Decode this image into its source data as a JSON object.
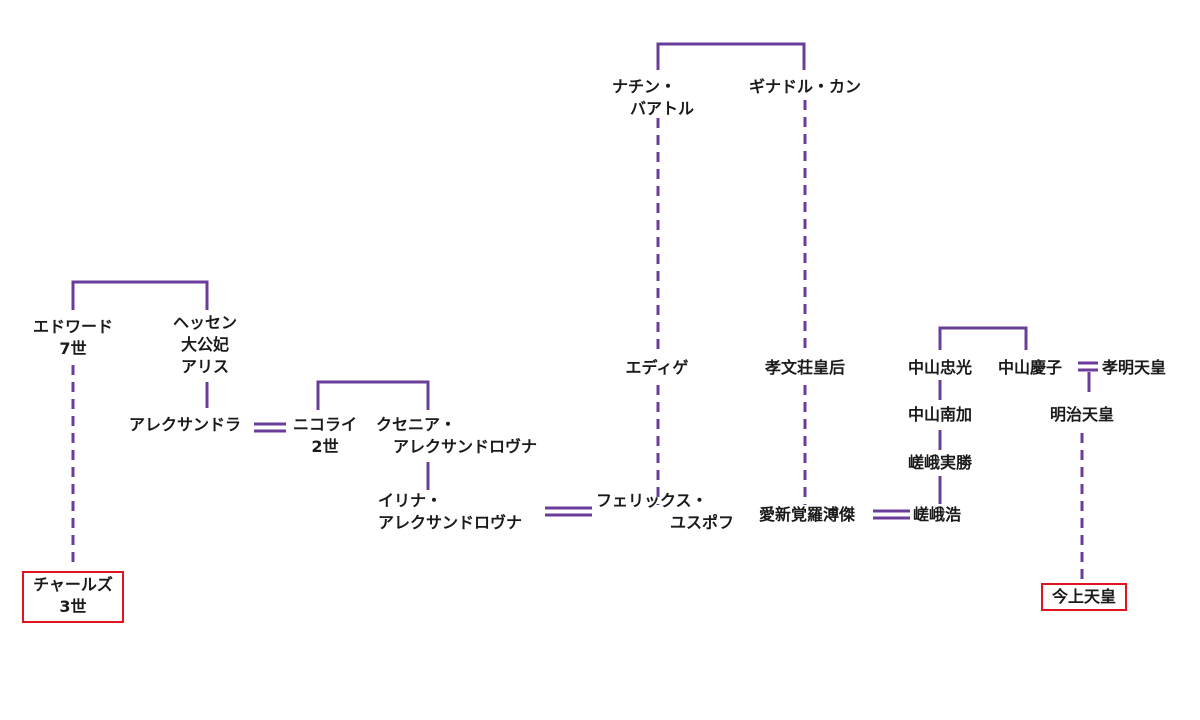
{
  "colors": {
    "line": "#6a3d9a",
    "highlight": "#e0141e"
  },
  "people": {
    "edward": [
      "エドワード",
      "7世"
    ],
    "alice": [
      "ヘッセン",
      "大公妃",
      "アリス"
    ],
    "alexandra": "アレクサンドラ",
    "nicholas": [
      "ニコライ",
      "2世"
    ],
    "xenia": [
      "クセニア・",
      "アレクサンドロヴナ"
    ],
    "irina": [
      "イリナ・",
      "アレクサンドロヴナ"
    ],
    "felix": [
      "フェリックス・",
      "ユスポフ"
    ],
    "charles": [
      "チャールズ",
      "3世"
    ],
    "nachin": [
      "ナチン・",
      "バアトル"
    ],
    "ginadal": "ギナドル・カン",
    "edige": "エディゲ",
    "xiaowen": "孝文荘皇后",
    "pujie": "愛新覚羅溥傑",
    "hiro": "嵯峨浩",
    "tadamitsu": "中山忠光",
    "yoshiko": "中山慶子",
    "komei": "孝明天皇",
    "meiji": "明治天皇",
    "nanka": "中山南加",
    "sanekatsu": "嵯峨実勝",
    "emperor": "今上天皇"
  }
}
